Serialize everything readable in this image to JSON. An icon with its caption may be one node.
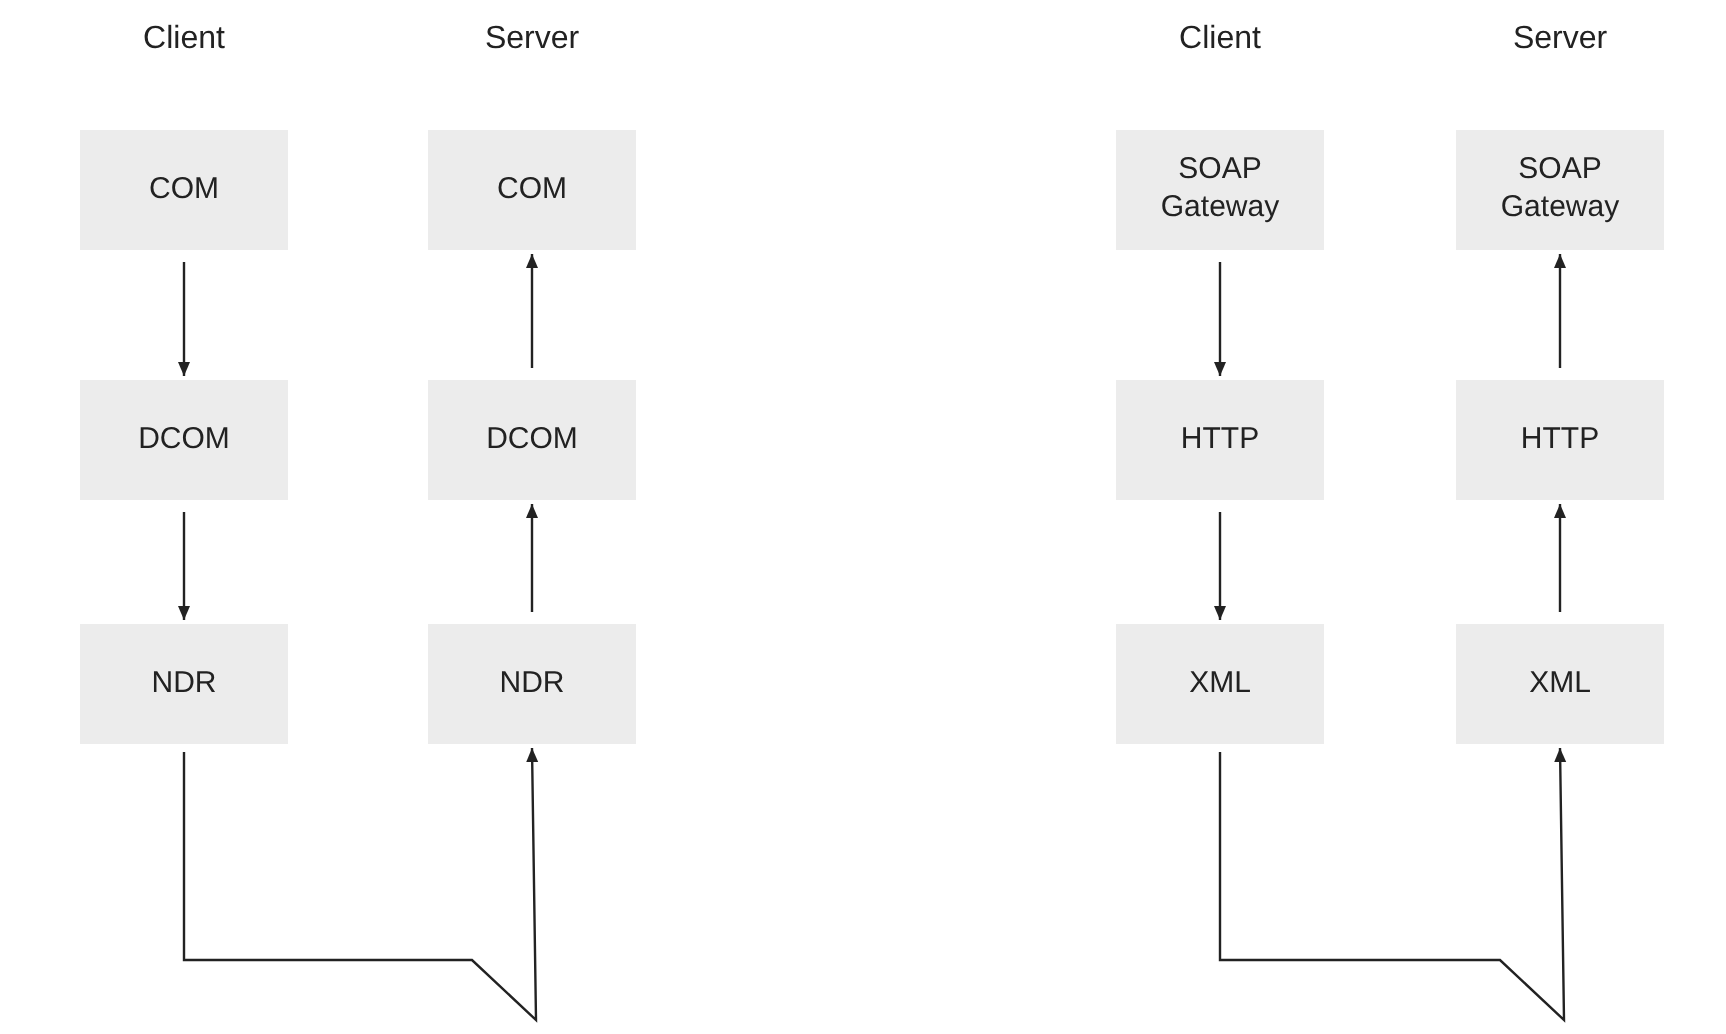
{
  "diagram": {
    "nodes": [
      {
        "text": [
          "COM"
        ]
      },
      {
        "text": [
          "DCOM"
        ]
      },
      {
        "text": [
          "NDR"
        ]
      },
      {
        "text": [
          "COM"
        ]
      },
      {
        "text": [
          "DCOM"
        ]
      },
      {
        "text": [
          "NDR"
        ]
      },
      {
        "text": [
          "SOAP Gateway"
        ]
      },
      {
        "text": [
          "HTTP"
        ]
      },
      {
        "text": [
          "XML"
        ]
      },
      {
        "text": [
          "SOAP Gateway"
        ]
      },
      {
        "text": [
          "HTTP"
        ]
      },
      {
        "text": [
          "XML"
        ]
      }
    ],
    "edges": [
      {
        "from": 0,
        "to": 1,
        "arrow": "to"
      },
      {
        "from": 1,
        "to": 2,
        "arrow": "to"
      },
      {
        "from": 2,
        "to": 5,
        "arrow": "to"
      },
      {
        "from": 5,
        "to": 4,
        "arrow": "to"
      },
      {
        "from": 4,
        "to": 3,
        "arrow": "to"
      },
      {
        "from": 6,
        "to": 7,
        "arrow": "to"
      },
      {
        "from": 7,
        "to": 8,
        "arrow": "to"
      },
      {
        "from": 8,
        "to": 11,
        "arrow": "to"
      },
      {
        "from": 11,
        "to": 10,
        "arrow": "to"
      },
      {
        "from": 10,
        "to": 9,
        "arrow": "to"
      }
    ],
    "labels": [
      "Client",
      "Server",
      "Client",
      "Server"
    ]
  }
}
